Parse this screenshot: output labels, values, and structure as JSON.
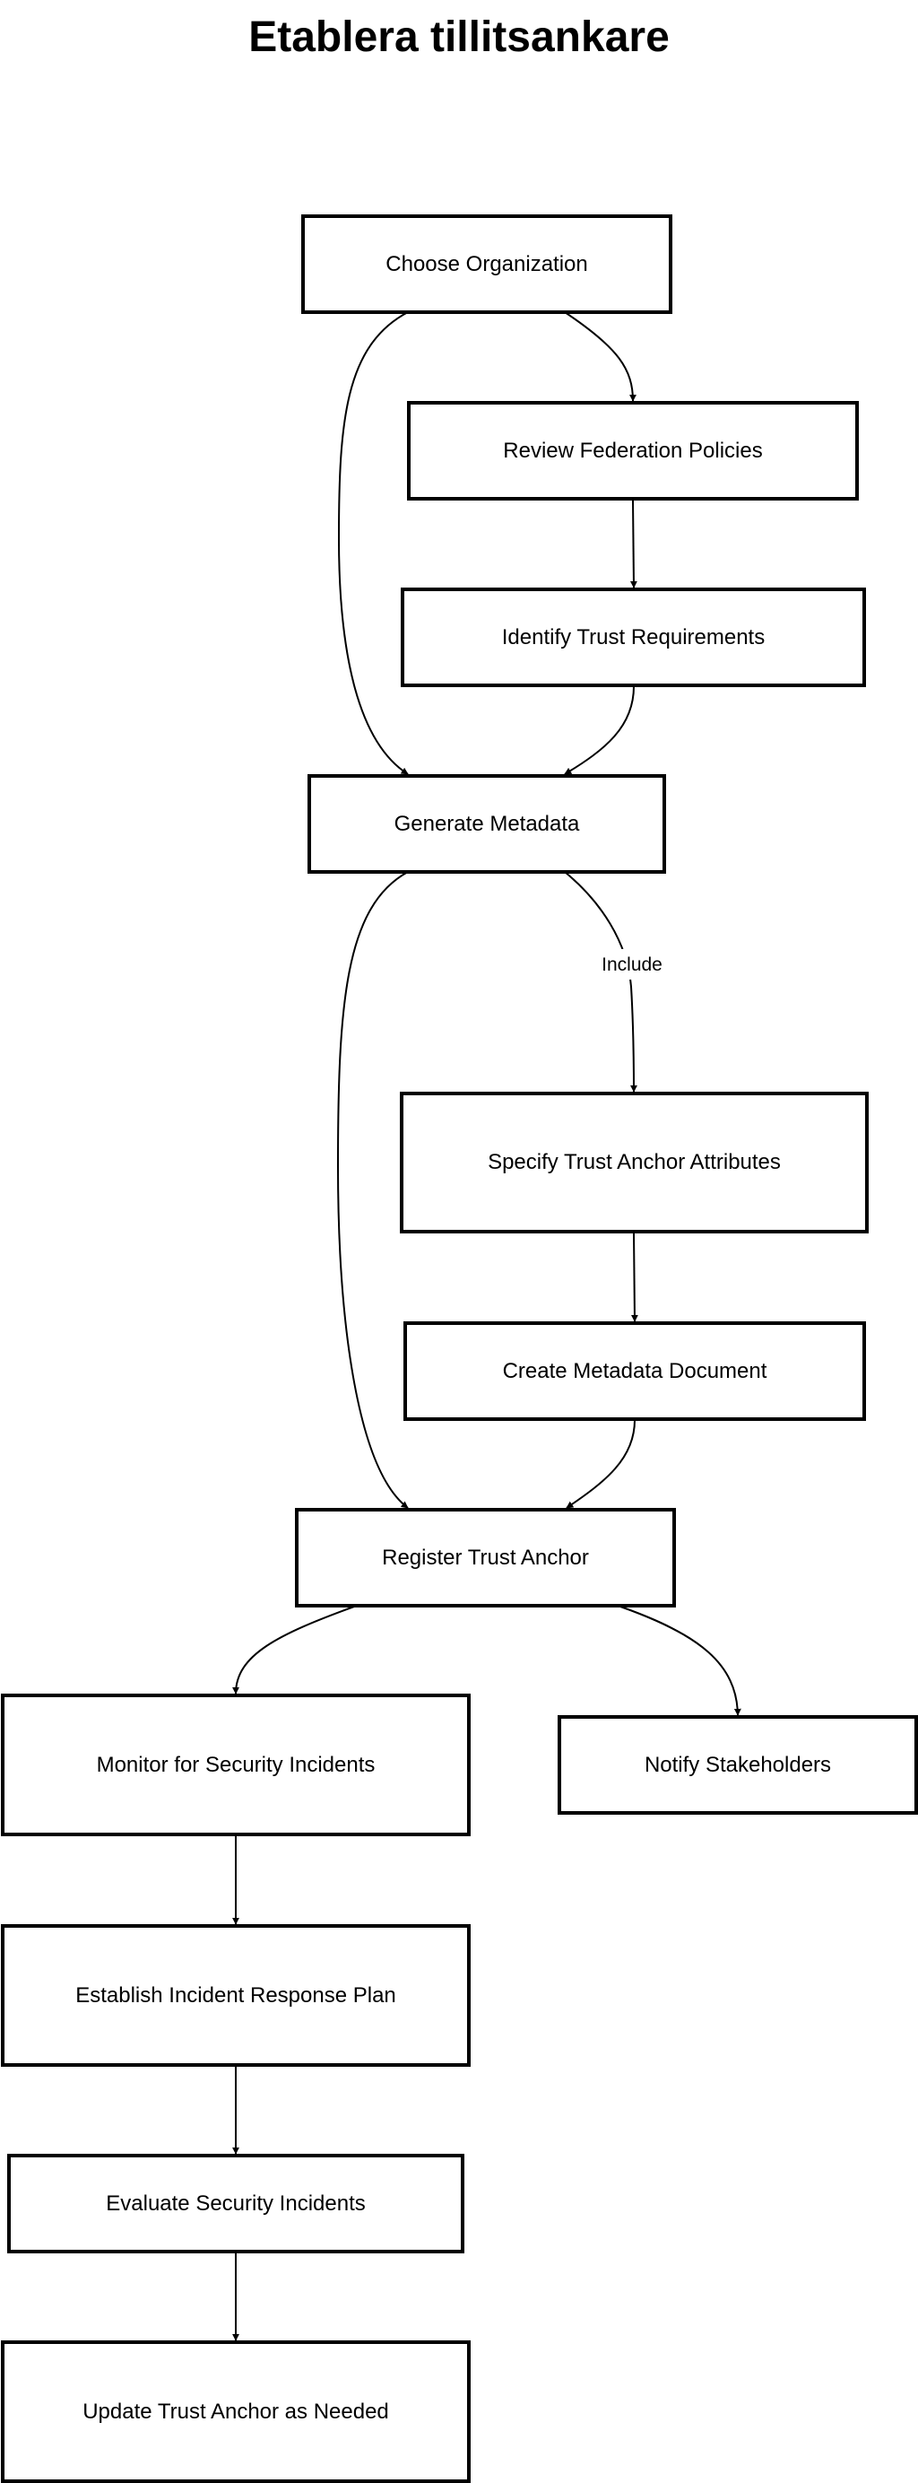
{
  "title": "Etablera tillitsankare",
  "nodes": {
    "choose_org": "Choose Organization",
    "review_policies": "Review Federation Policies",
    "identify_requirements": "Identify Trust Requirements",
    "generate_metadata": "Generate Metadata",
    "specify_attributes": "Specify Trust Anchor Attributes",
    "create_document": "Create Metadata Document",
    "register_anchor": "Register Trust Anchor",
    "monitor_incidents": "Monitor for Security Incidents",
    "notify_stakeholders": "Notify Stakeholders",
    "response_plan": "Establish Incident Response Plan",
    "evaluate_incidents": "Evaluate Security Incidents",
    "update_anchor": "Update Trust Anchor as Needed"
  },
  "edges": [
    {
      "from": "choose_org",
      "to": "review_policies",
      "label": ""
    },
    {
      "from": "choose_org",
      "to": "generate_metadata",
      "label": ""
    },
    {
      "from": "review_policies",
      "to": "identify_requirements",
      "label": ""
    },
    {
      "from": "identify_requirements",
      "to": "generate_metadata",
      "label": ""
    },
    {
      "from": "generate_metadata",
      "to": "specify_attributes",
      "label": "Include"
    },
    {
      "from": "generate_metadata",
      "to": "register_anchor",
      "label": ""
    },
    {
      "from": "specify_attributes",
      "to": "create_document",
      "label": ""
    },
    {
      "from": "create_document",
      "to": "register_anchor",
      "label": ""
    },
    {
      "from": "register_anchor",
      "to": "monitor_incidents",
      "label": ""
    },
    {
      "from": "register_anchor",
      "to": "notify_stakeholders",
      "label": ""
    },
    {
      "from": "monitor_incidents",
      "to": "response_plan",
      "label": ""
    },
    {
      "from": "response_plan",
      "to": "evaluate_incidents",
      "label": ""
    },
    {
      "from": "evaluate_incidents",
      "to": "update_anchor",
      "label": ""
    }
  ]
}
